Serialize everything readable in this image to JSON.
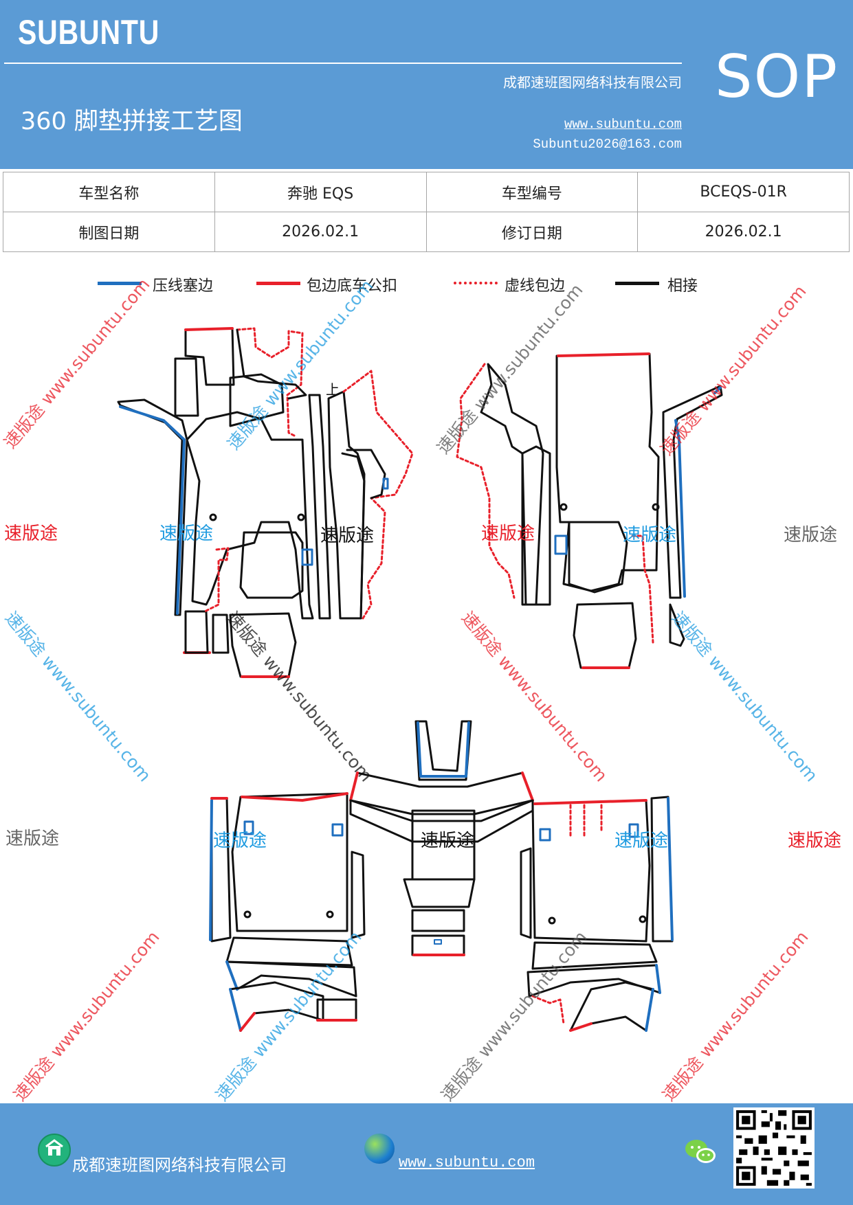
{
  "header": {
    "brand": "SUBUNTU",
    "company": "成都速班图网络科技有限公司",
    "title": "360 脚垫拼接工艺图",
    "website": "www.subuntu.com",
    "email": "Subuntu2026@163.com",
    "badge": "SOP"
  },
  "info_table": {
    "row1": {
      "label1": "车型名称",
      "value1": "奔驰 EQS",
      "label2": "车型编号",
      "value2": "BCEQS-01R"
    },
    "row2": {
      "label1": "制图日期",
      "value1": "2026.02.1",
      "label2": "修订日期",
      "value2": "2026.02.1"
    }
  },
  "legend": [
    {
      "label": "压线塞边",
      "color": "#1f6fbf",
      "style": "solid"
    },
    {
      "label": "包边底车公扣",
      "color": "#e8202a",
      "style": "solid"
    },
    {
      "label": "虚线包边",
      "color": "#e8202a",
      "style": "dotted"
    },
    {
      "label": "相接",
      "color": "#111111",
      "style": "solid"
    }
  ],
  "drawing": {
    "up_marker": "上",
    "colors": {
      "outline": "#111111",
      "blue_edge": "#1f6fbf",
      "red_edge": "#e8202a"
    }
  },
  "watermarks": {
    "brand": "速版途",
    "diagonal": "速版途 www.subuntu.com",
    "colors": {
      "red": "#e8202a",
      "blue": "#1f9be0",
      "gray": "#666666",
      "black": "#111111"
    }
  },
  "footer": {
    "company": "成都速班图网络科技有限公司",
    "website": "www.subuntu.com ",
    "icons": [
      "home-icon",
      "globe-icon",
      "wechat-icon",
      "qr-code"
    ]
  }
}
